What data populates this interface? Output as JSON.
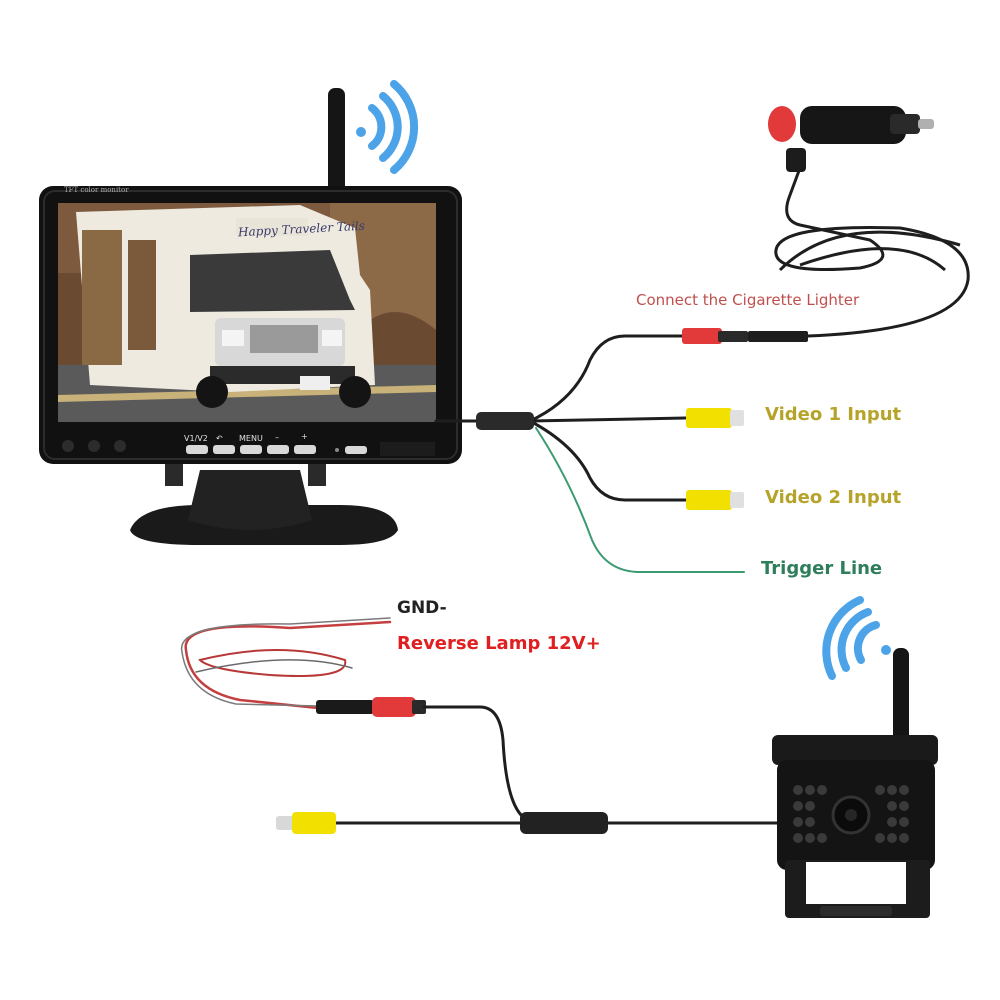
{
  "labels": {
    "cigarette": "Connect the Cigarette Lighter",
    "video1": "Video 1 Input",
    "video2": "Video 2 Input",
    "trigger": "Trigger Line",
    "gnd": "GND-",
    "reverse": "Reverse Lamp 12V+"
  },
  "monitor": {
    "caption": "TFT color monitor",
    "screen_sign": "Happy Traveler Tails",
    "buttons": [
      "V1/V2",
      "",
      "MENU",
      "–",
      "+"
    ]
  },
  "colors": {
    "video_label": "#b5a32a",
    "trigger_label": "#2e7d5b",
    "reverse_label": "#e02020",
    "cigarette_label": "#c0504d",
    "wifi": "#4da3e8",
    "rca_yellow": "#f2e000",
    "plug_red": "#e23a3a",
    "trigger_wire": "#3a9a70",
    "cable": "#1e1e1e"
  },
  "icons": {
    "wifi_monitor": "wifi-signal-icon",
    "wifi_camera": "wifi-signal-icon"
  }
}
